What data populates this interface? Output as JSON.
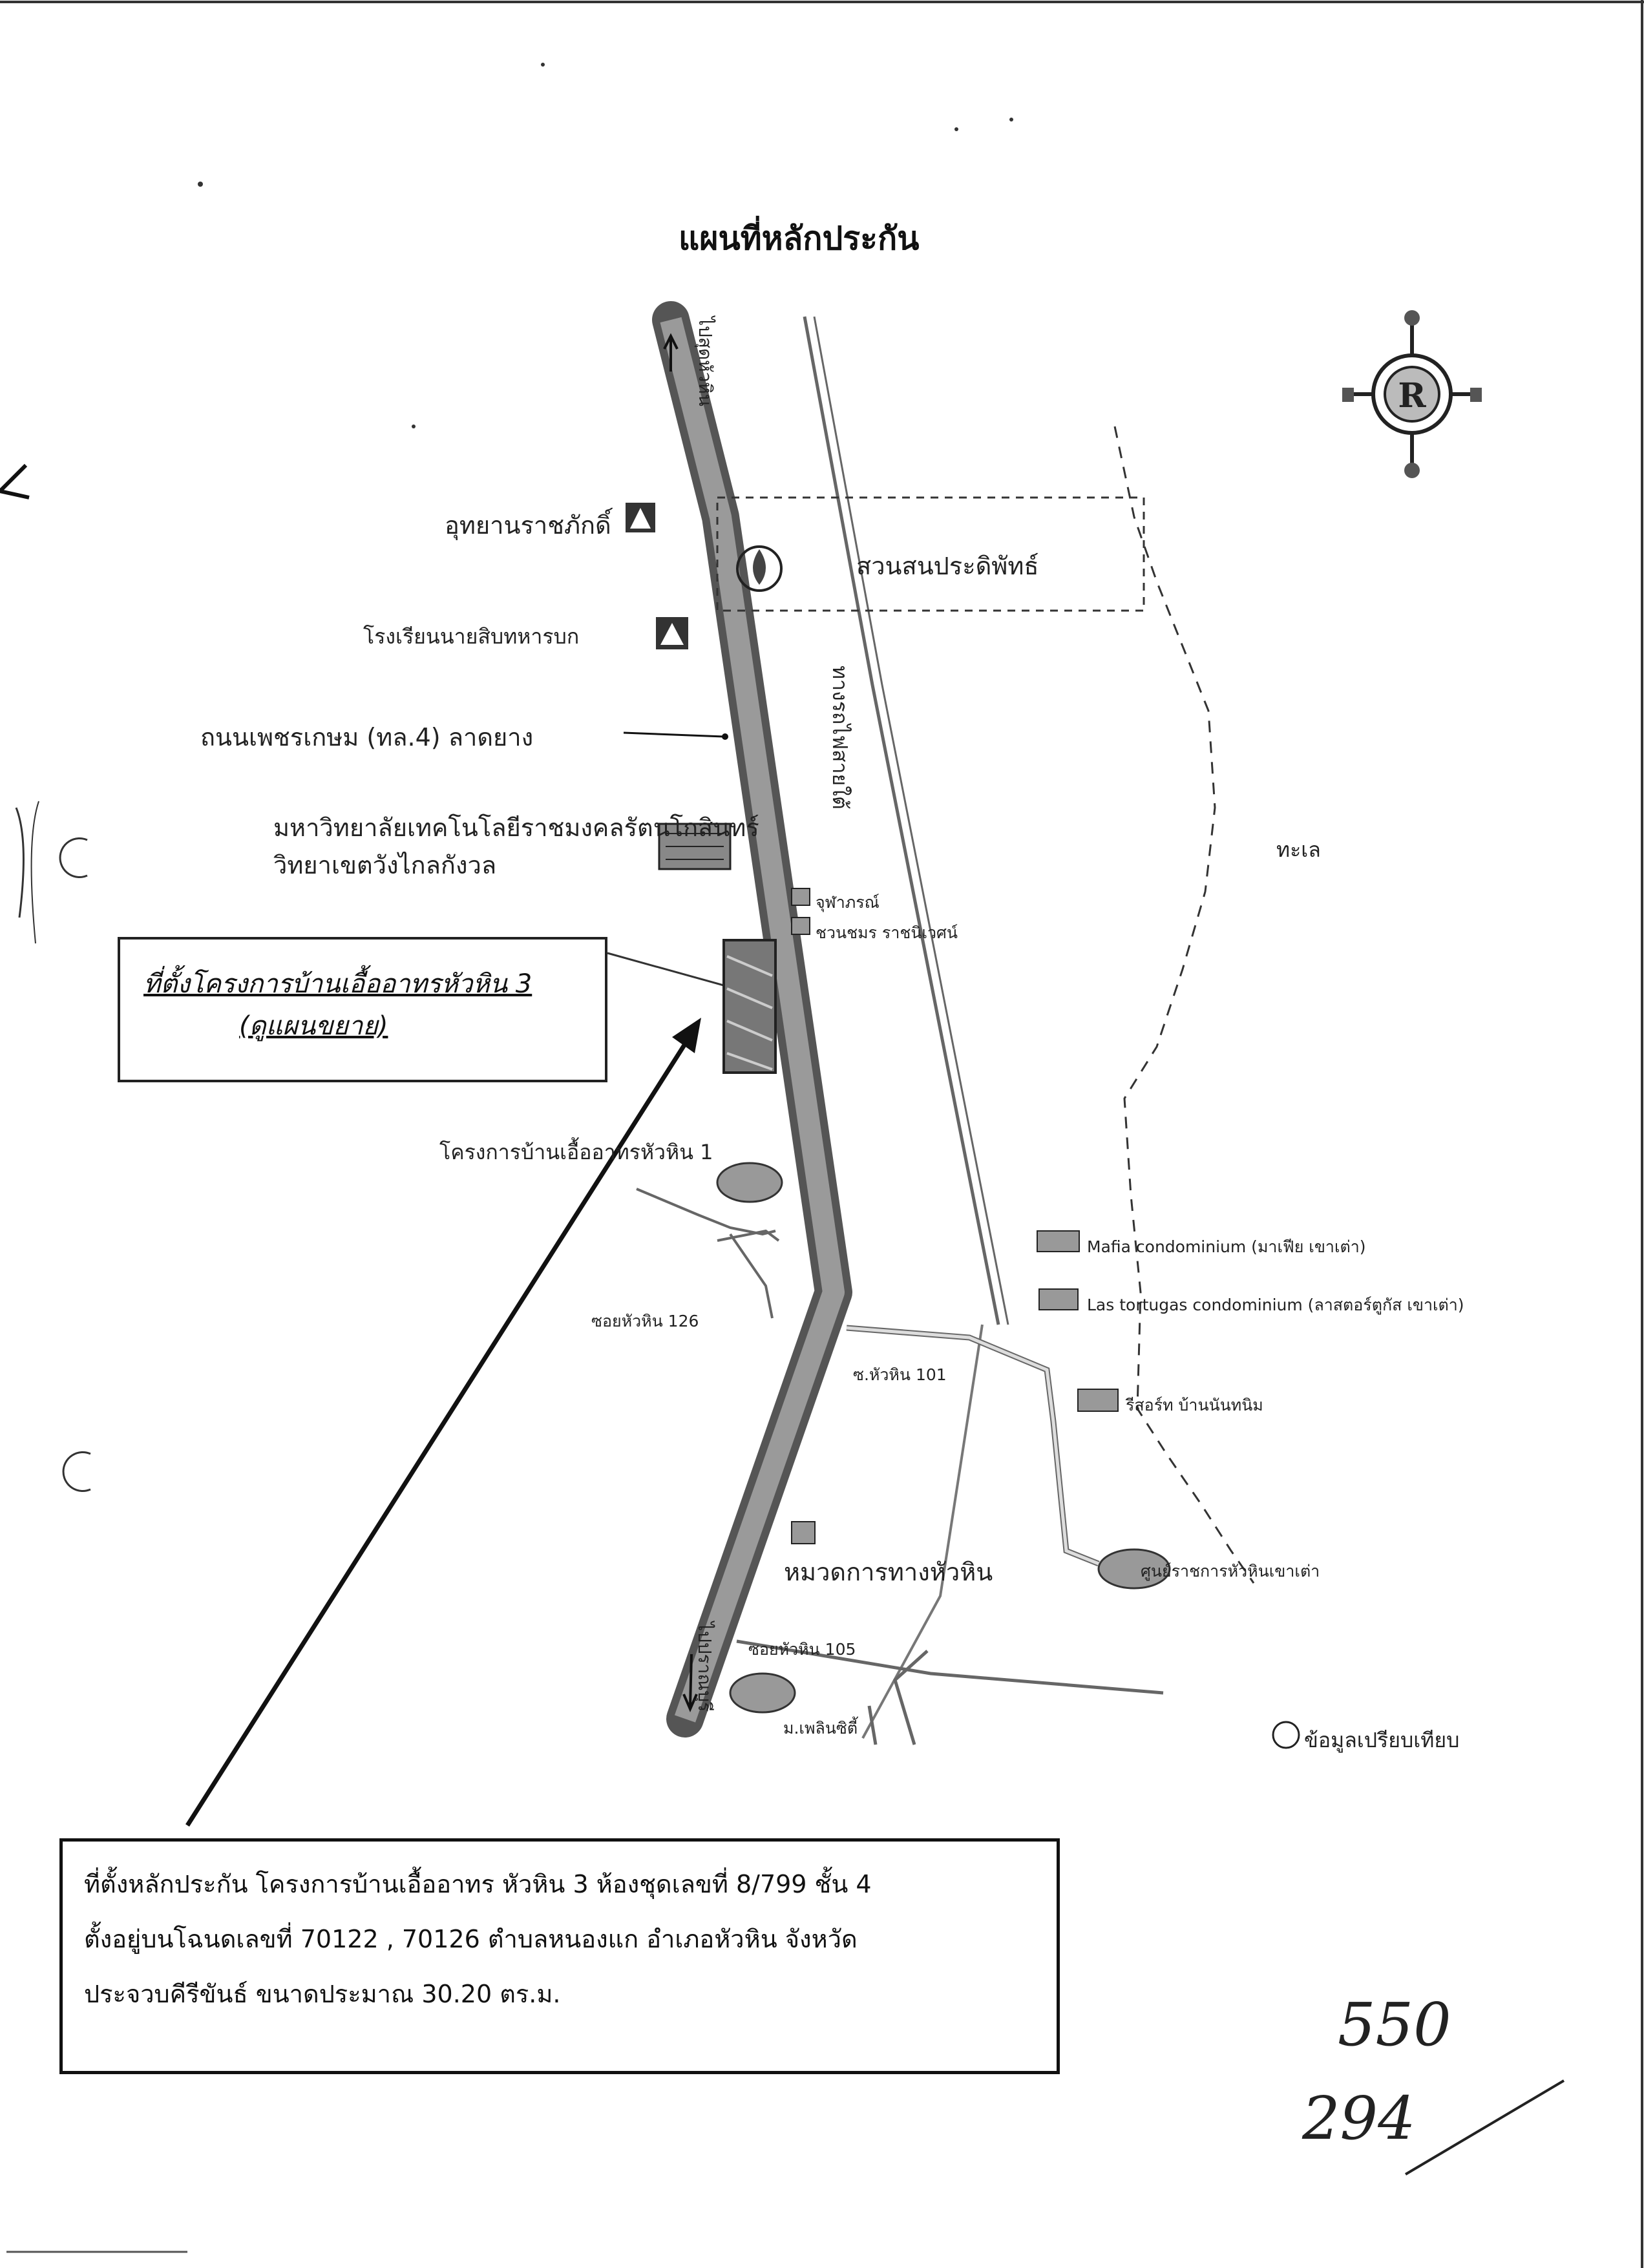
{
  "title": "แผนที่หลักประกัน",
  "directions": {
    "north": "ไปสุดหัวหิน",
    "south": "ไปปราณบุรี"
  },
  "landmarks": {
    "udyan": "อุทยานราชภักดิ์",
    "nco_school": "โรงเรียนนายสิบทหารบก",
    "road_label": "ถนนเพชรเกษม (ทล.4) ลาดยาง",
    "university_line1": "มหาวิทยาลัยเทคโนโลยีราชมงคลรัตนโกสินทร์",
    "university_line2": "วิทยาเขตวังไกลกังวล",
    "park": "สวนสนประดิพัทธ์",
    "railway": "ทางรถไฟสายใต้",
    "sea": "ทะเล",
    "building_a": "จุฬาภรณ์",
    "building_b": "ชวนชมร ราชนิเวศน์",
    "baan_1": "โครงการบ้านเอื้ออาทรหัวหิน 1",
    "soi_126": "ซอยหัวหิน 126",
    "soi_101": "ซ.หัวหิน 101",
    "mafia": "Mafia condominium (มาเฟีย เขาเต่า)",
    "las_tortugas": "Las tortugas condominium (ลาสตอร์ตูกัส เขาเต่า)",
    "baan_nanthaem": "รีสอร์ท บ้านนันทนิม",
    "center": "ศูนย์ราชการหัวหินเขาเต่า",
    "highway_district": "หมวดการทางหัวหิน",
    "soi_105": "ซอยหัวหิน 105",
    "village": "ม.เพลินซิตี้",
    "comparison": "ข้อมูลเปรียบเทียบ"
  },
  "project": {
    "line1": "ที่ตั้งโครงการบ้านเอื้ออาทรหัวหิน 3",
    "line2": "(ดูแผนขยาย)"
  },
  "info": {
    "line1": "ที่ตั้งหลักประกัน  โครงการบ้านเอื้ออาทร หัวหิน 3  ห้องชุดเลขที่  8/799 ชั้น 4",
    "line2": "ตั้งอยู่บนโฉนดเลขที่ 70122 , 70126 ตำบลหนองแก อำเภอหัวหิน  จังหวัด",
    "line3": "ประจวบคีรีขันธ์ ขนาดประมาณ 30.20 ตร.ม."
  },
  "handwritten": {
    "top": "550",
    "bottom": "294"
  }
}
